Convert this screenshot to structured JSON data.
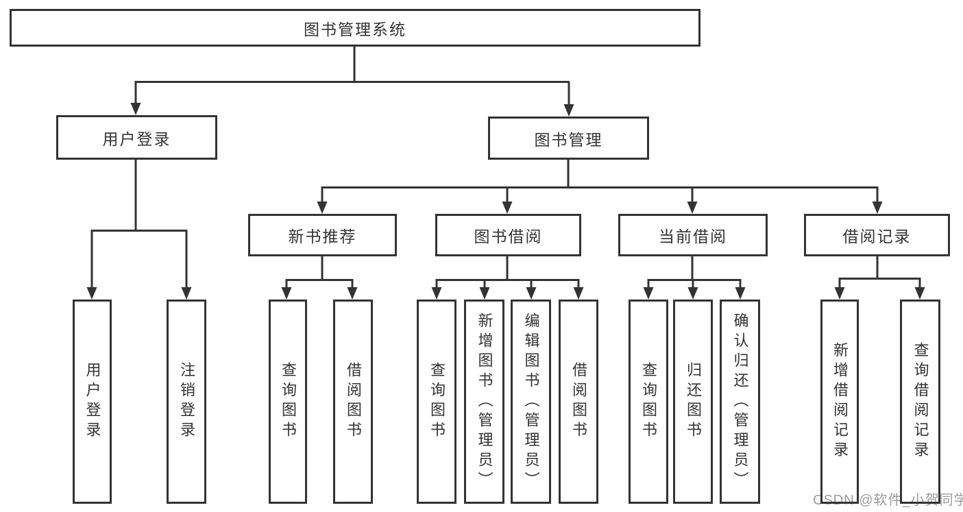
{
  "diagram_title": "图书管理系统",
  "tree": {
    "label": "图书管理系统",
    "children": [
      {
        "label": "用户登录",
        "children": [
          {
            "label": "用户登录"
          },
          {
            "label": "注销登录"
          }
        ]
      },
      {
        "label": "图书管理",
        "children": [
          {
            "label": "新书推荐",
            "children": [
              {
                "label": "查询图书"
              },
              {
                "label": "借阅图书"
              }
            ]
          },
          {
            "label": "图书借阅",
            "children": [
              {
                "label": "查询图书"
              },
              {
                "label": "新增图书（管理员）"
              },
              {
                "label": "编辑图书（管理员）"
              },
              {
                "label": "借阅图书"
              }
            ]
          },
          {
            "label": "当前借阅",
            "children": [
              {
                "label": "查询图书"
              },
              {
                "label": "归还图书"
              },
              {
                "label": "确认归还（管理员）"
              }
            ]
          },
          {
            "label": "借阅记录",
            "children": [
              {
                "label": "新增借阅记录"
              },
              {
                "label": "查询借阅记录"
              }
            ]
          }
        ]
      }
    ]
  },
  "watermark": {
    "text": "CSDN @软件_小贺同学",
    "color": "#9b9b9b"
  },
  "colors": {
    "line": "#333333",
    "text": "#333333",
    "background": "#ffffff"
  }
}
